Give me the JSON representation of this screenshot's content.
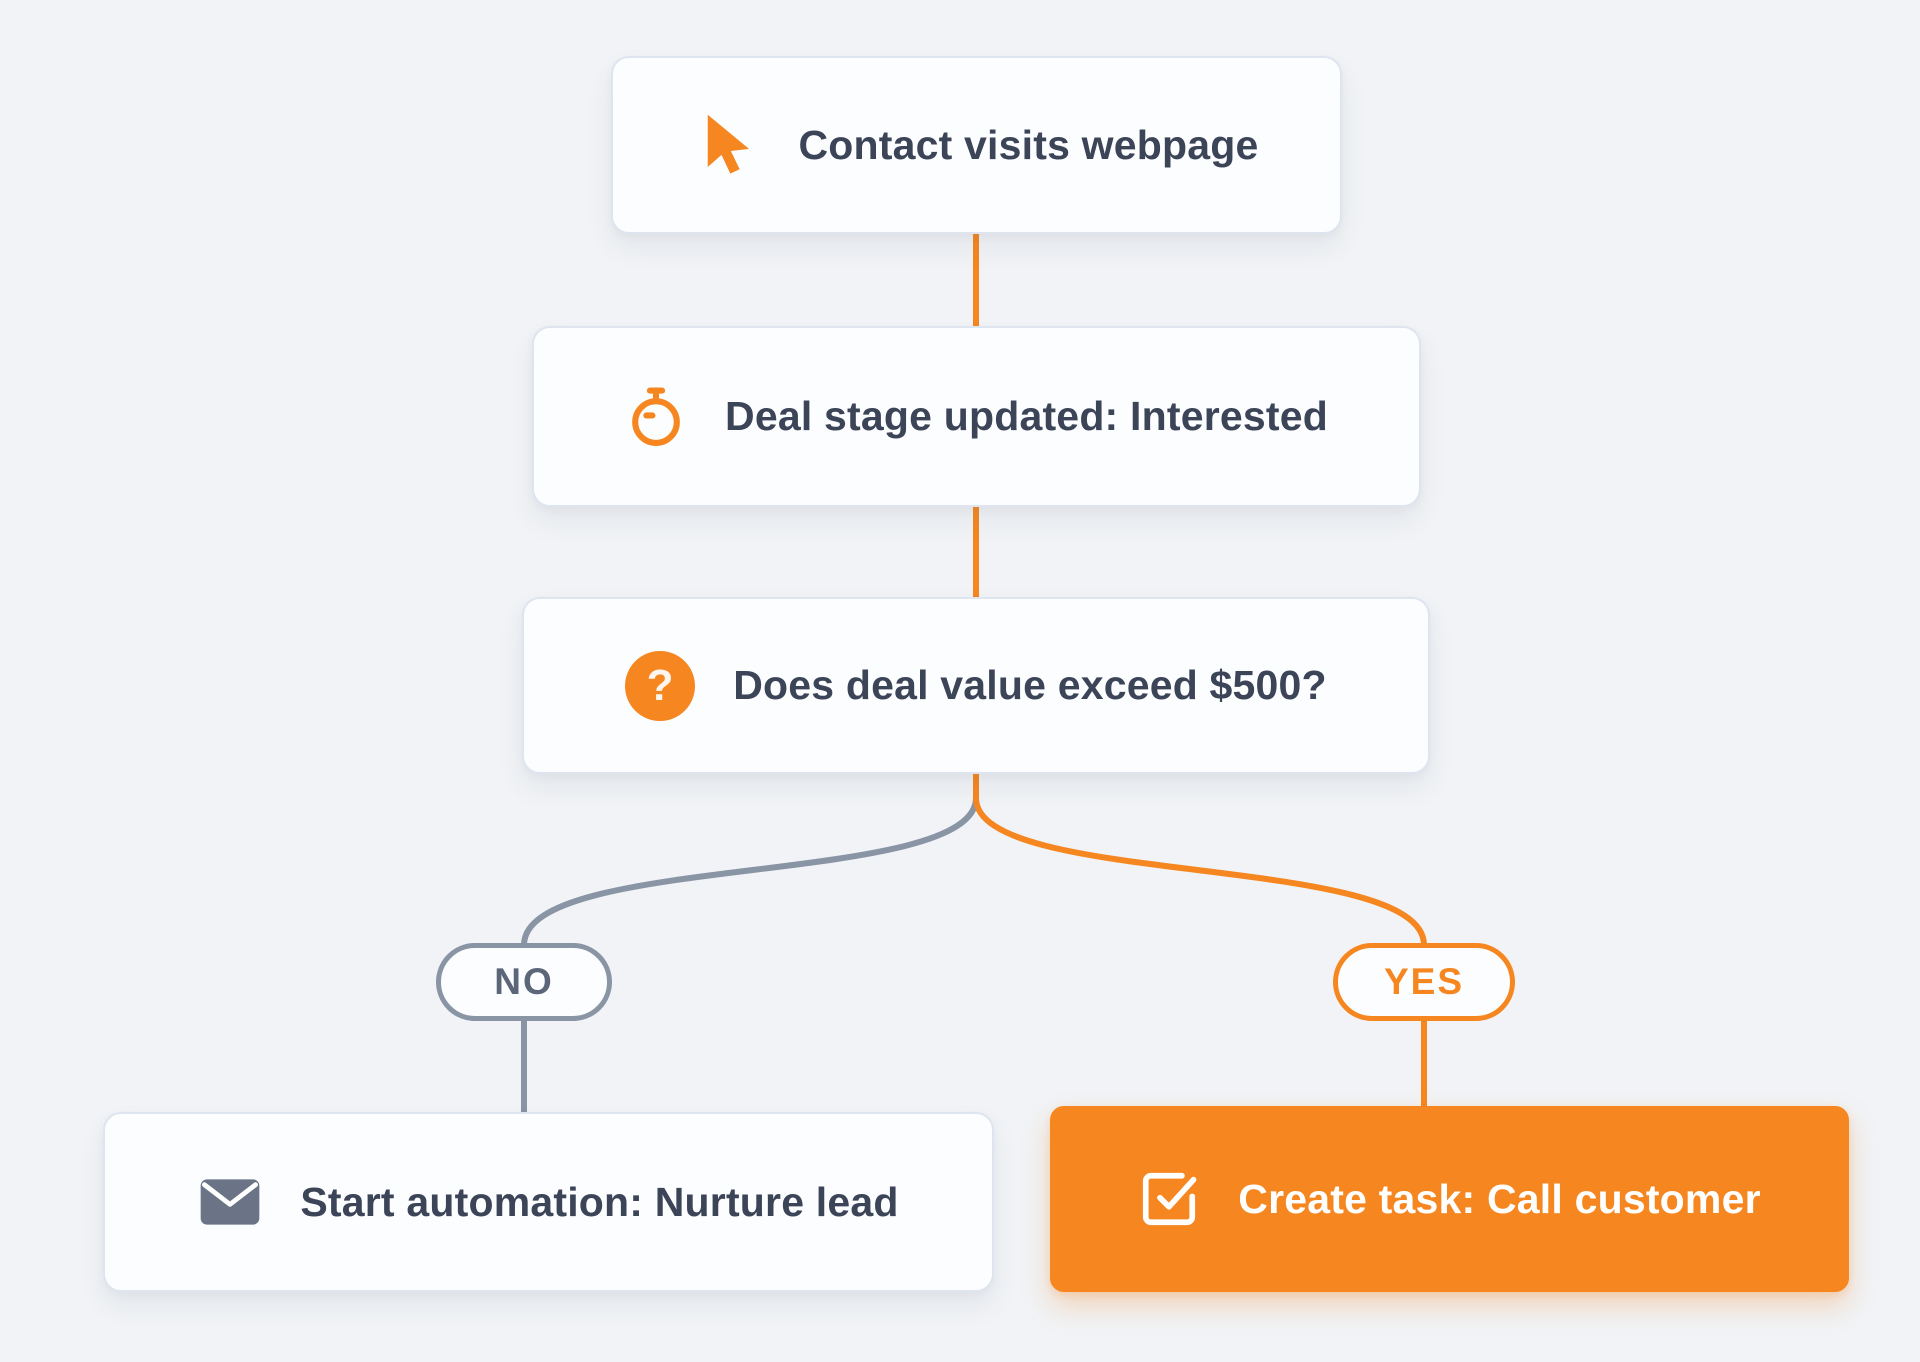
{
  "colors": {
    "background": "#f1f3f6",
    "accent": "#f6861f",
    "branch_gray": "#8994a5",
    "text": "#3c4457",
    "card_bg": "#fcfdff",
    "card_border": "#dee5ef",
    "no_text": "#5b6678",
    "envelope_gray": "#6a7486"
  },
  "nodes": {
    "trigger": {
      "label": "Contact visits webpage",
      "icon": "cursor-icon"
    },
    "stage": {
      "label": "Deal stage updated: Interested",
      "icon": "stopwatch-icon"
    },
    "condition": {
      "label": "Does deal value exceed $500?",
      "icon": "question-mark-icon",
      "icon_glyph": "?"
    },
    "branch_no": {
      "label": "NO"
    },
    "branch_yes": {
      "label": "YES"
    },
    "action_no": {
      "label": "Start automation: Nurture lead",
      "icon": "envelope-icon"
    },
    "action_yes": {
      "label": "Create task: Call customer",
      "icon": "checkbox-icon"
    }
  }
}
